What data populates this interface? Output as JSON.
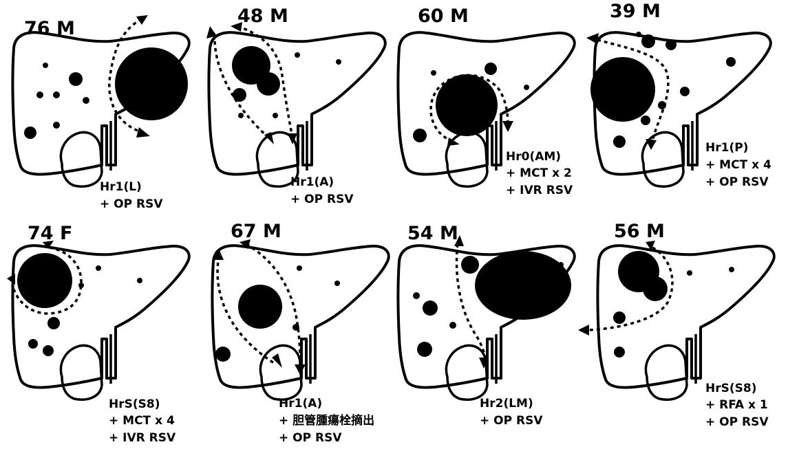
{
  "figure": {
    "panels": [
      {
        "age_sex": "76 M",
        "procedure": [
          "Hr1(L)",
          "+ OP RSV"
        ]
      },
      {
        "age_sex": "48 M",
        "procedure": [
          "Hr1(A)",
          "+ OP RSV"
        ]
      },
      {
        "age_sex": "60 M",
        "procedure": [
          "Hr0(AM)",
          "+ MCT x 2",
          "+ IVR RSV"
        ]
      },
      {
        "age_sex": "39 M",
        "procedure": [
          "Hr1(P)",
          "+ MCT x 4",
          "+ OP RSV"
        ]
      },
      {
        "age_sex": "74 F",
        "procedure": [
          "HrS(S8)",
          "+ MCT x 4",
          "+ IVR RSV"
        ]
      },
      {
        "age_sex": "67 M",
        "procedure": [
          "Hr1(A)",
          "+ 胆管腫瘍栓摘出",
          "+ OP RSV"
        ]
      },
      {
        "age_sex": "54 M",
        "procedure": [
          "Hr2(LM)",
          "+ OP RSV"
        ]
      },
      {
        "age_sex": "56 M",
        "procedure": [
          "HrS(S8)",
          "+ RFA x 1",
          "+ OP RSV"
        ]
      }
    ],
    "colors": {
      "ink": "#000000",
      "background": "#ffffff"
    }
  }
}
